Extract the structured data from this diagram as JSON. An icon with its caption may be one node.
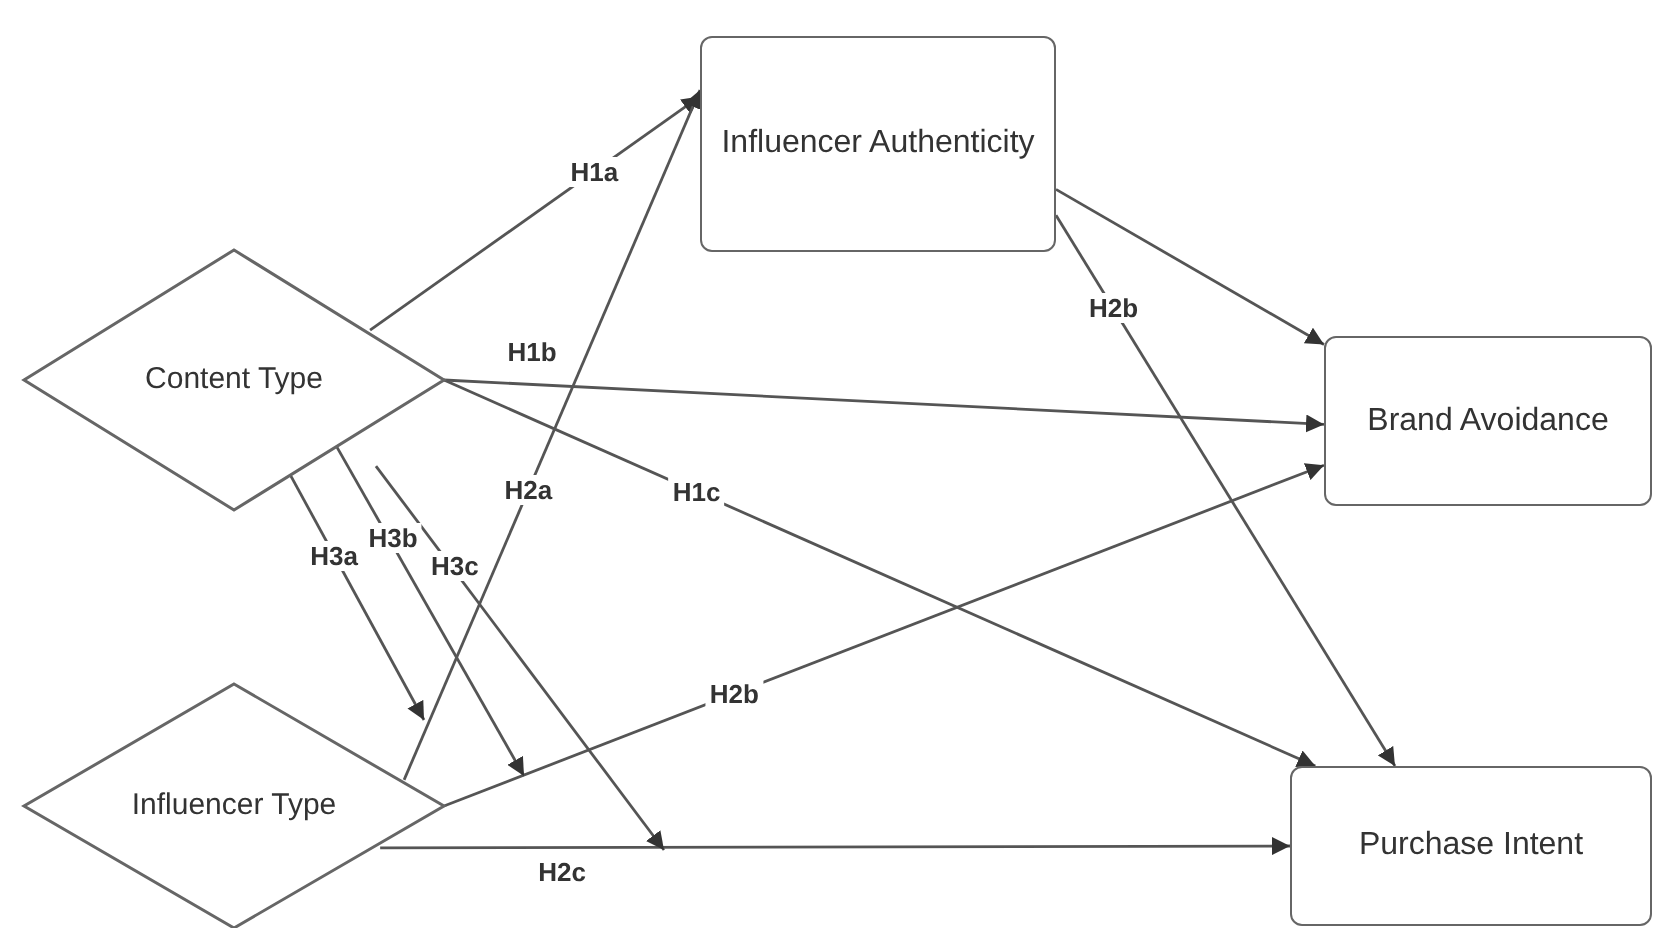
{
  "diagram": {
    "nodes": [
      {
        "text": [
          "Content Type"
        ]
      },
      {
        "text": [
          "Influencer Authenticity"
        ]
      },
      {
        "text": [
          "Brand Avoidance"
        ]
      },
      {
        "text": [
          "Influencer Type"
        ]
      },
      {
        "text": [
          "Purchase Intent"
        ]
      }
    ],
    "edges": [
      {
        "from": 0,
        "to": 1,
        "arrow": "to",
        "label": "H1a"
      },
      {
        "from": 0,
        "to": 2,
        "arrow": "to",
        "label": "H1b"
      },
      {
        "from": 0,
        "to": 4,
        "arrow": "to",
        "label": "H1c"
      },
      {
        "from": 3,
        "to": 1,
        "arrow": "to",
        "label": "H2a"
      },
      {
        "from": 3,
        "to": 2,
        "arrow": "to",
        "label": "H2b"
      },
      {
        "from": 3,
        "to": 4,
        "arrow": "to",
        "label": "H2c"
      },
      {
        "from": 1,
        "to": 2,
        "arrow": "to"
      },
      {
        "from": 1,
        "to": 4,
        "arrow": "to",
        "label": "H2b"
      },
      {
        "from": 0,
        "to": null,
        "arrow": "to",
        "label": "H3a"
      },
      {
        "from": 0,
        "to": null,
        "arrow": "to",
        "label": "H3b"
      },
      {
        "from": 0,
        "to": null,
        "arrow": "to",
        "label": "H3c"
      }
    ]
  }
}
